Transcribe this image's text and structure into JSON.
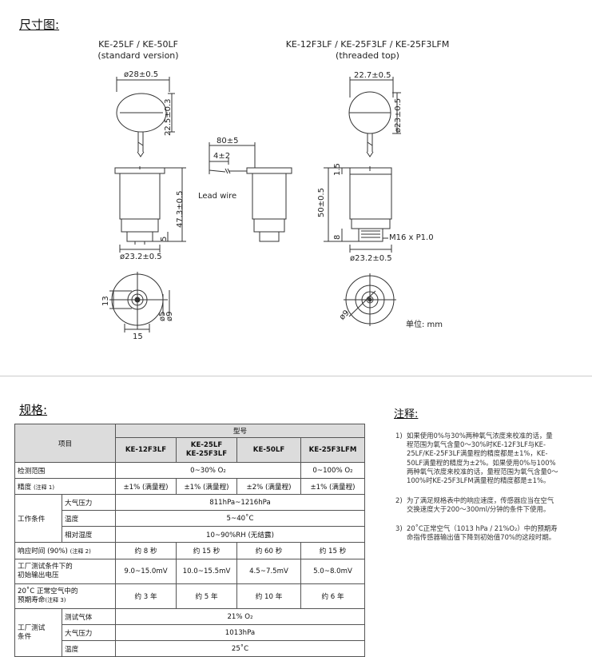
{
  "dimensions": {
    "title": "尺寸图:",
    "left_model": "KE-25LF / KE-50LF",
    "left_version": "(standard version)",
    "right_model": "KE-12F3LF / KE-25F3LF / KE-25F3LFM",
    "right_version": "(threaded top)",
    "left_top_dia": "ø28±0.5",
    "left_top_height": "22.5±0.3",
    "left_body_height": "47.3±0.5",
    "left_bottom_h": "5",
    "left_body_dia": "ø23.2±0.5",
    "wire_len": "80±5",
    "wire_strip": "4±2",
    "wire_label": "Lead wire",
    "right_top_width": "22.7±0.5",
    "right_top_dia": "ø23±0.5",
    "right_cap_h": "1.5",
    "right_body_height": "50±0.5",
    "right_thread_h": "8",
    "thread": "M16 x P1.0",
    "right_body_dia": "ø23.2±0.5",
    "bottom_13": "13",
    "bottom_5": "ø5",
    "bottom_9": "ø9",
    "bottom_15": "15",
    "bottom_r9": "ø9",
    "unit": "单位: mm"
  },
  "spec": {
    "title": "规格:",
    "item": "项目",
    "model": "型号",
    "models": [
      "KE-12F3LF",
      "KE-25LF\nKE-25F3LF",
      "KE-50LF",
      "KE-25F3LFM"
    ],
    "range_label": "检测范围",
    "range_a": "0~30% O₂",
    "range_b": "0~100% O₂",
    "accuracy_label": "精度",
    "accuracy_note": "(注释 1)",
    "accuracy": [
      "±1% (满量程)",
      "±1% (满量程)",
      "±2% (满量程)",
      "±1% (满量程)"
    ],
    "work_cond": "工作条件",
    "pressure_label": "大气压力",
    "pressure": "811hPa~1216hPa",
    "temp_label": "温度",
    "temp": "5~40˚C",
    "humidity_label": "相对湿度",
    "humidity": "10~90%RH (无结露)",
    "response_label": "响应时间 (90%)",
    "response_note": "(注释 2)",
    "response": [
      "约 8 秒",
      "约 15 秒",
      "约 60 秒",
      "约 15 秒"
    ],
    "output_label1": "工厂测试条件下的",
    "output_label2": "初始输出电压",
    "output": [
      "9.0~15.0mV",
      "10.0~15.5mV",
      "4.5~7.5mV",
      "5.0~8.0mV"
    ],
    "life_label1": "20˚C 正常空气中的",
    "life_label2": "预期寿命",
    "life_note": "(注释 3)",
    "life": [
      "约 3 年",
      "约 5 年",
      "约 10 年",
      "约 6 年"
    ],
    "factory_label1": "工厂测试",
    "factory_label2": "条件",
    "gas_label": "测试气体",
    "gas": "21% O₂",
    "f_pressure_label": "大气压力",
    "f_pressure": "1013hPa",
    "f_temp_label": "温度",
    "f_temp": "25˚C"
  },
  "notes": {
    "title": "注释:",
    "items": [
      {
        "n": "1)",
        "text": "如果使用0%与30%两种氧气浓度来校准的话，量程范围为氧气含量0～30%时KE-12F3LF与KE-25LF/KE-25F3LF满量程的精度都是±1%，KE-50LF满量程的精度为±2%。如果使用0%与100%两种氧气浓度来校准的话，量程范围为氧气含量0～100%时KE-25F3LFM满量程的精度都是±1%。"
      },
      {
        "n": "2)",
        "text": "为了满足规格表中的响应速度，传感器应当在空气交换速度大于200～300ml/分钟的条件下使用。"
      },
      {
        "n": "3)",
        "text": "20˚C正常空气（1013 hPa / 21%O₂）中的预期寿命指传感器输出值下降到初始值70%的这段时期。"
      }
    ]
  }
}
